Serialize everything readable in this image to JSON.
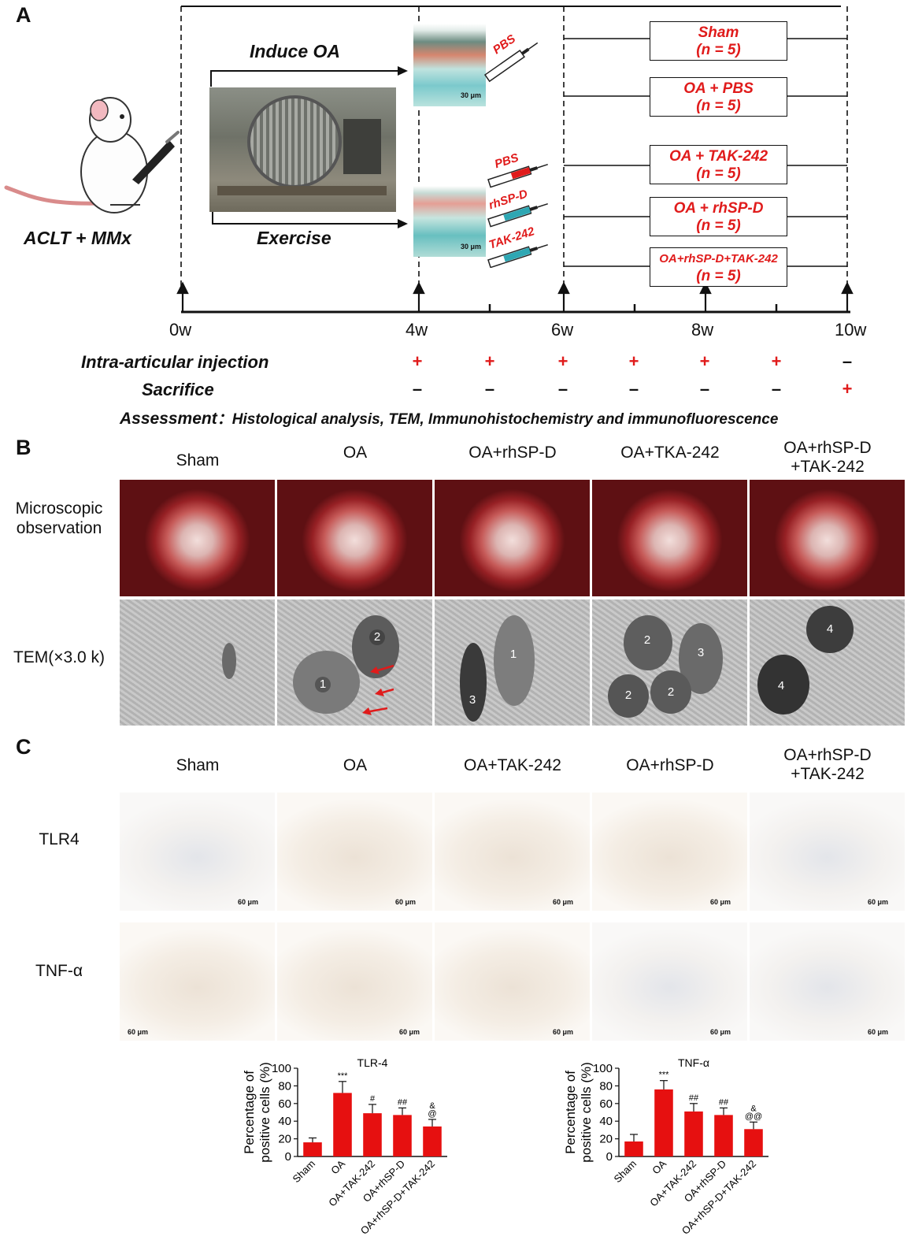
{
  "panelA": {
    "letter": "A",
    "induce_label": "Induce OA",
    "exercise_label": "Exercise",
    "surgery_label": "ACLT + MMx",
    "syringe_top": "PBS",
    "syringes_bottom": [
      "PBS",
      "rhSP-D",
      "TAK-242"
    ],
    "scale_text": "30 μm",
    "groups": [
      {
        "name": "Sham",
        "n": "(n = 5)"
      },
      {
        "name": "OA + PBS",
        "n": "(n = 5)"
      },
      {
        "name": "OA + TAK-242",
        "n": "(n = 5)"
      },
      {
        "name": "OA + rhSP-D",
        "n": "(n = 5)"
      },
      {
        "name": "OA+rhSP-D+TAK-242",
        "n": "(n = 5)"
      }
    ],
    "timeline_labels": [
      "0w",
      "4w",
      "6w",
      "8w",
      "10w"
    ],
    "row_injection": "Intra-articular injection",
    "row_sacrifice": "Sacrifice",
    "injection_signs": [
      "+",
      "+",
      "+",
      "+",
      "+",
      "+",
      "–"
    ],
    "sacrifice_signs": [
      "–",
      "–",
      "–",
      "–",
      "–",
      "–",
      "+"
    ],
    "assessment_prefix": "Assessment",
    "assessment_text": "Histological analysis, TEM, Immunohistochemistry and immunofluorescence"
  },
  "panelB": {
    "letter": "B",
    "columns": [
      "Sham",
      "OA",
      "OA+rhSP-D",
      "OA+TKA-242",
      "OA+rhSP-D\n+TAK-242"
    ],
    "row1": "Microscopic\nobservation",
    "row2": "TEM(×3.0 k)",
    "tem_numbers": {
      "oa": [
        "1",
        "2"
      ],
      "rhspd": [
        "1",
        "3"
      ],
      "tka": [
        "2",
        "3",
        "2",
        "2"
      ],
      "combo": [
        "4",
        "4"
      ]
    }
  },
  "panelC": {
    "letter": "C",
    "columns": [
      "Sham",
      "OA",
      "OA+TAK-242",
      "OA+rhSP-D",
      "OA+rhSP-D\n+TAK-242"
    ],
    "row1": "TLR4",
    "row2": "TNF-α",
    "scale_text": "60 μm"
  },
  "colors": {
    "red": "#e01b1b",
    "bar": "#e61010"
  },
  "chart_data": [
    {
      "type": "bar",
      "title": "TLR-4",
      "ylabel": "Percentage of\npositive cells (%)",
      "categories": [
        "Sham",
        "OA",
        "OA+TAK-242",
        "OA+rhSP-D",
        "OA+rhSP-D+TAK-242"
      ],
      "values": [
        16,
        72,
        49,
        47,
        34
      ],
      "errors": [
        5,
        13,
        10,
        8,
        8
      ],
      "annotations": [
        "",
        "***",
        "#",
        "##",
        "&\n@"
      ],
      "yticks": [
        0,
        20,
        40,
        60,
        80,
        100
      ],
      "ylim": [
        0,
        100
      ],
      "color": "#e61010"
    },
    {
      "type": "bar",
      "title": "TNF-α",
      "ylabel": "Percentage of\npositive cells (%)",
      "categories": [
        "Sham",
        "OA",
        "OA+TAK-242",
        "OA+rhSP-D",
        "OA+rhSP-D+TAK-242"
      ],
      "values": [
        17,
        76,
        51,
        47,
        31
      ],
      "errors": [
        8,
        10,
        9,
        8,
        8
      ],
      "annotations": [
        "",
        "***",
        "##",
        "##",
        "&\n@@"
      ],
      "yticks": [
        0,
        20,
        40,
        60,
        80,
        100
      ],
      "ylim": [
        0,
        100
      ],
      "color": "#e61010"
    }
  ]
}
